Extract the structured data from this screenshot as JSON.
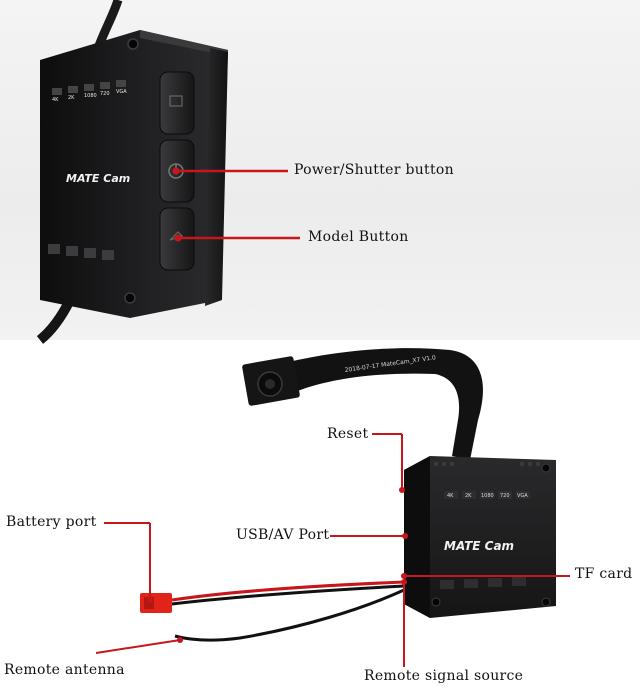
{
  "brand": {
    "name": "MATE Cam"
  },
  "top_panel": {
    "indicators_top": [
      "4K",
      "2K",
      "1080",
      "720",
      "VGA"
    ],
    "callouts": {
      "power_shutter": "Power/Shutter button",
      "model": "Model Button"
    }
  },
  "bottom_panel": {
    "pcb_text": "2018-07-17  MateCam_X7 V1.0",
    "indicators_top": [
      "4K",
      "2K",
      "1080",
      "720",
      "VGA"
    ],
    "callouts": {
      "reset": "Reset",
      "battery_port": "Battery port",
      "usb_av_port": "USB/AV Port",
      "tf_card": "TF card",
      "remote_antenna": "Remote antenna",
      "remote_signal_source": "Remote signal source"
    }
  },
  "colors": {
    "callout_line": "#c8161d",
    "device_body": "#1c1c1e",
    "background": "#ffffff"
  }
}
